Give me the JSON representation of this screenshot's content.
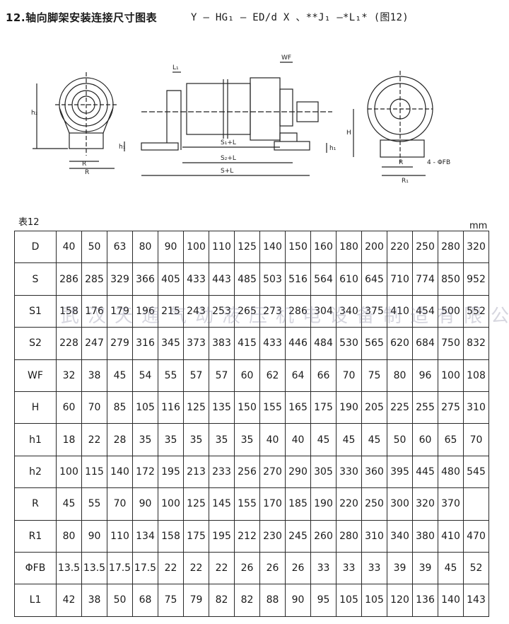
{
  "header": {
    "title": "12.轴向脚架安装连接尺寸图表",
    "model_code": "Y – HG₁ – ED/d X 、**J₁ –*L₁* (图12)"
  },
  "drawing": {
    "labels": {
      "wf": "WF",
      "l1": "L₁",
      "h2": "h₂",
      "h1": "h₁",
      "r": "R",
      "s1l": "S₁+L",
      "s2l": "S₂+L",
      "sl": "S+L",
      "h": "H",
      "fb": "4 - ΦFB",
      "r1": "R₁"
    }
  },
  "table": {
    "caption": "表12",
    "unit": "mm",
    "rows": [
      {
        "label": "D",
        "values": [
          "40",
          "50",
          "63",
          "80",
          "90",
          "100",
          "110",
          "125",
          "140",
          "150",
          "160",
          "180",
          "200",
          "220",
          "250",
          "280",
          "320"
        ]
      },
      {
        "label": "S",
        "values": [
          "286",
          "285",
          "329",
          "366",
          "405",
          "433",
          "443",
          "485",
          "503",
          "516",
          "564",
          "610",
          "645",
          "710",
          "774",
          "850",
          "952"
        ]
      },
      {
        "label": "S1",
        "values": [
          "158",
          "176",
          "179",
          "196",
          "215",
          "243",
          "253",
          "265",
          "273",
          "286",
          "304",
          "340",
          "375",
          "410",
          "454",
          "500",
          "552"
        ]
      },
      {
        "label": "S2",
        "values": [
          "228",
          "247",
          "279",
          "316",
          "345",
          "373",
          "383",
          "415",
          "433",
          "446",
          "484",
          "530",
          "565",
          "620",
          "684",
          "750",
          "832"
        ]
      },
      {
        "label": "WF",
        "values": [
          "32",
          "38",
          "45",
          "54",
          "55",
          "57",
          "57",
          "60",
          "62",
          "64",
          "66",
          "70",
          "75",
          "80",
          "96",
          "100",
          "108"
        ]
      },
      {
        "label": "H",
        "values": [
          "60",
          "70",
          "85",
          "105",
          "116",
          "125",
          "135",
          "150",
          "155",
          "165",
          "175",
          "190",
          "205",
          "225",
          "255",
          "275",
          "310"
        ]
      },
      {
        "label": "h1",
        "values": [
          "18",
          "22",
          "28",
          "35",
          "35",
          "35",
          "35",
          "35",
          "40",
          "40",
          "45",
          "45",
          "45",
          "50",
          "60",
          "65",
          "70"
        ]
      },
      {
        "label": "h2",
        "values": [
          "100",
          "115",
          "140",
          "172",
          "195",
          "213",
          "233",
          "256",
          "270",
          "290",
          "305",
          "330",
          "360",
          "395",
          "445",
          "480",
          "545"
        ]
      },
      {
        "label": "R",
        "values": [
          "45",
          "55",
          "70",
          "90",
          "100",
          "125",
          "145",
          "155",
          "170",
          "185",
          "190",
          "220",
          "250",
          "300",
          "320",
          "370",
          ""
        ]
      },
      {
        "label": "R1",
        "values": [
          "80",
          "90",
          "110",
          "134",
          "158",
          "175",
          "195",
          "212",
          "230",
          "245",
          "260",
          "280",
          "310",
          "340",
          "380",
          "410",
          "470"
        ]
      },
      {
        "label": "ΦFB",
        "values": [
          "13.5",
          "13.5",
          "17.5",
          "17.5",
          "22",
          "22",
          "22",
          "26",
          "26",
          "26",
          "33",
          "33",
          "33",
          "39",
          "39",
          "45",
          "52"
        ]
      },
      {
        "label": "L1",
        "values": [
          "42",
          "38",
          "50",
          "68",
          "75",
          "79",
          "82",
          "82",
          "88",
          "90",
          "95",
          "105",
          "105",
          "120",
          "136",
          "140",
          "143"
        ]
      }
    ]
  },
  "watermark": "武汉天通气动液压机电设备制造有限公司"
}
